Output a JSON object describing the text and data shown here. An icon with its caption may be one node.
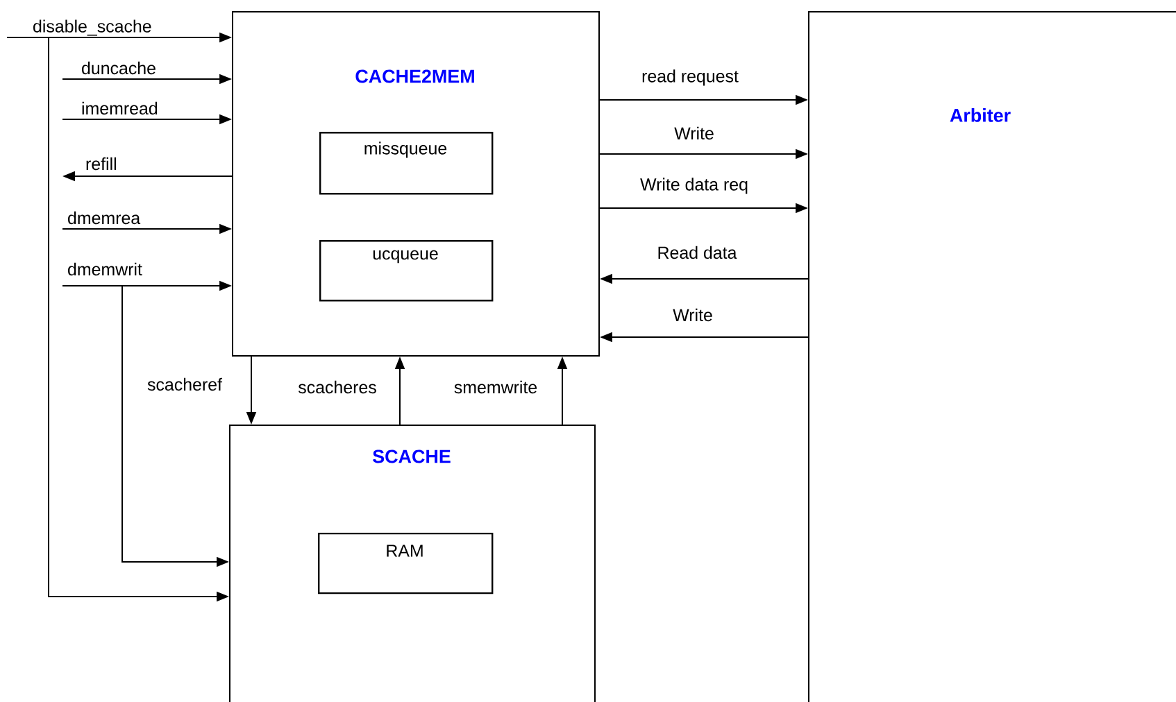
{
  "diagram": {
    "nodes": [
      {
        "text": [
          "CACHE2MEM"
        ]
      },
      {
        "text": [
          "missqueue"
        ],
        "in": 0
      },
      {
        "text": [
          "ucqueue"
        ],
        "in": 0
      },
      {
        "text": [
          "Arbiter"
        ]
      },
      {
        "text": [
          "SCACHE"
        ]
      },
      {
        "text": [
          "RAM"
        ],
        "in": 4
      }
    ],
    "edges": [
      {
        "from": null,
        "to": 0,
        "arrow": "to",
        "label": "disable_scache"
      },
      {
        "from": null,
        "to": 4,
        "arrow": "to"
      },
      {
        "from": null,
        "to": 0,
        "arrow": "to",
        "label": "duncache"
      },
      {
        "from": null,
        "to": 0,
        "arrow": "to",
        "label": "imemread"
      },
      {
        "from": 0,
        "to": null,
        "arrow": "to",
        "label": "refill"
      },
      {
        "from": null,
        "to": 0,
        "arrow": "to",
        "label": "dmemrea"
      },
      {
        "from": null,
        "to": 0,
        "arrow": "to",
        "label": "dmemwrit"
      },
      {
        "from": null,
        "to": 4,
        "arrow": "to"
      },
      {
        "from": 0,
        "to": 3,
        "arrow": "to",
        "label": "read request"
      },
      {
        "from": 0,
        "to": 3,
        "arrow": "to",
        "label": "Write"
      },
      {
        "from": 0,
        "to": 3,
        "arrow": "to",
        "label": "Write data req"
      },
      {
        "from": 3,
        "to": 0,
        "arrow": "to",
        "label": "Read data"
      },
      {
        "from": 3,
        "to": 0,
        "arrow": "to",
        "label": "Write"
      },
      {
        "from": 0,
        "to": 4,
        "arrow": "to",
        "label": "scacheref"
      },
      {
        "from": 4,
        "to": 0,
        "arrow": "to",
        "label": "scacheres"
      },
      {
        "from": 4,
        "to": 0,
        "arrow": "to",
        "label": "smemwrite"
      }
    ]
  }
}
